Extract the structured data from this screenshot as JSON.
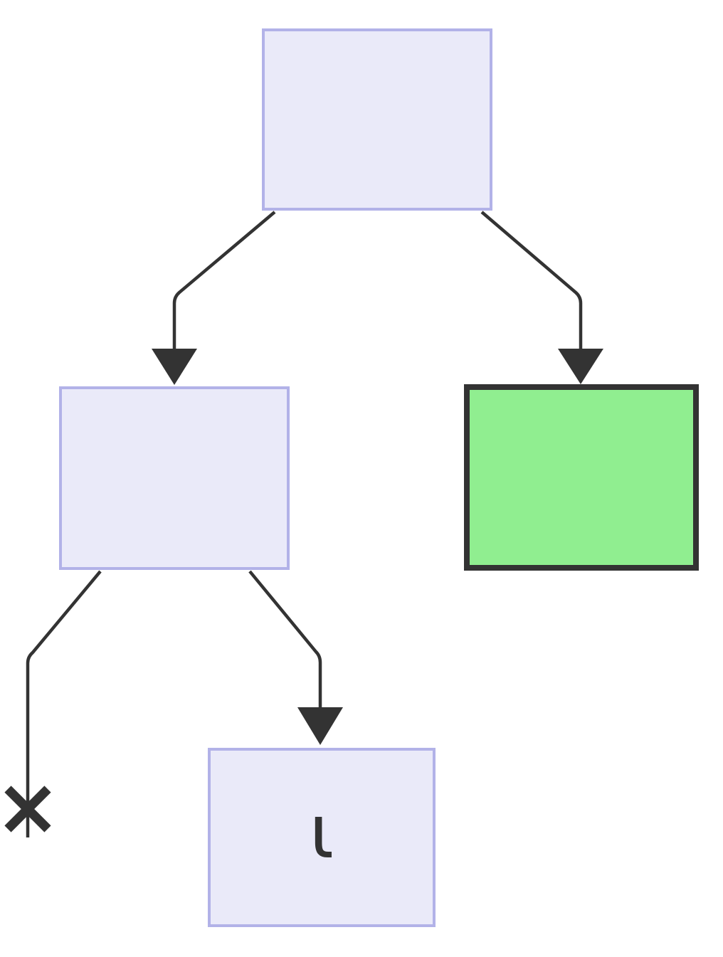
{
  "diagram": {
    "type": "tree-flowchart",
    "background": "#ffffff",
    "colors": {
      "background": "#ffffff",
      "node_fill": "#eaeaf9",
      "node_border": "#b2b2e8",
      "highlight_fill": "#90ee90",
      "highlight_border": "#333333",
      "edge_color": "#333333"
    },
    "nodes": [
      {
        "id": "root",
        "label": "",
        "style": "default",
        "position": "top-center"
      },
      {
        "id": "left-child",
        "label": "",
        "style": "default",
        "position": "middle-left"
      },
      {
        "id": "right-child",
        "label": "",
        "style": "highlighted",
        "position": "middle-right"
      },
      {
        "id": "grandchild",
        "label": "ι",
        "style": "default",
        "position": "bottom-center"
      }
    ],
    "edges": [
      {
        "from": "root",
        "to": "left-child",
        "terminal": "arrowhead"
      },
      {
        "from": "root",
        "to": "right-child",
        "terminal": "arrowhead"
      },
      {
        "from": "left-child",
        "to": "",
        "terminal": "cross"
      },
      {
        "from": "left-child",
        "to": "grandchild",
        "terminal": "arrowhead"
      }
    ]
  }
}
